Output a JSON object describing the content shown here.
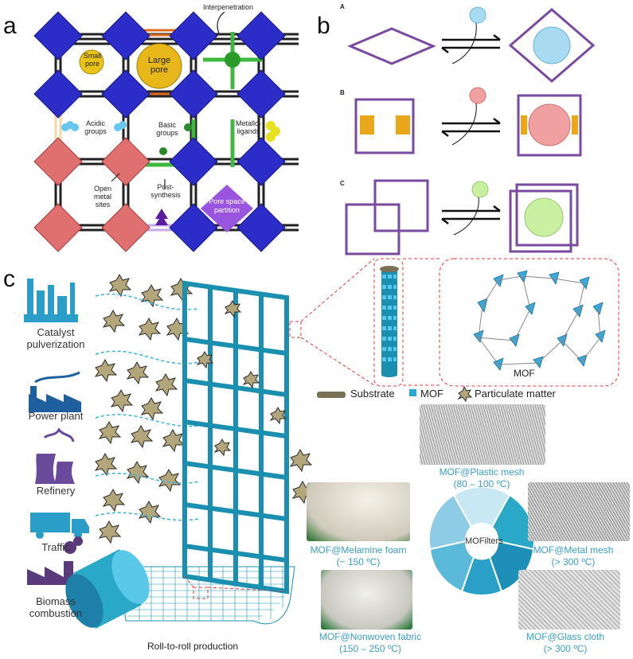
{
  "panels": {
    "a": "a",
    "b": "b",
    "c": "c"
  },
  "panel_a": {
    "interpenetration": "Interpenetration",
    "small_pore": [
      "Small",
      "pore"
    ],
    "large_pore": [
      "Large",
      "pore"
    ],
    "acidic": [
      "Acidic",
      "groups"
    ],
    "basic": [
      "Basic",
      "groups"
    ],
    "metallo": [
      "Metallo-",
      "ligands"
    ],
    "open_metal": [
      "Open",
      "metal",
      "sites"
    ],
    "post_synthesis": [
      "Post-",
      "synthesis"
    ],
    "pore_partition": [
      "Pore space",
      "partition"
    ]
  },
  "panel_b": {
    "rows": [
      "A",
      "B",
      "C"
    ]
  },
  "panel_c": {
    "sources": [
      {
        "name": [
          "Catalyst",
          "pulverization"
        ],
        "icon": "catalyst-factory-icon"
      },
      {
        "name": [
          "Power plant"
        ],
        "icon": "power-plant-icon"
      },
      {
        "name": [
          "Refinery"
        ],
        "icon": "cooling-tower-icon"
      },
      {
        "name": [
          "Traffic"
        ],
        "icon": "truck-icon"
      },
      {
        "name": [
          "Biomass",
          "combustion"
        ],
        "icon": "biomass-plant-icon"
      }
    ],
    "mof_label": "MOF",
    "legend": {
      "substrate": "Substrate",
      "mof": "MOF",
      "particulate": "Particulate matter"
    },
    "roll_label": "Roll-to-roll production",
    "ring_center": "MOFilters",
    "filters": [
      {
        "name": "MOF@Plastic mesh",
        "temp": "(80 – 100 ºC)"
      },
      {
        "name": "MOF@Melamine foam",
        "temp": "(~ 150 ºC)"
      },
      {
        "name": "MOF@Metal mesh",
        "temp": "(> 300 ºC)"
      },
      {
        "name": "MOF@Nonwoven fabric",
        "temp": "(150 – 250 ºC)"
      },
      {
        "name": "MOF@Glass cloth",
        "temp": "(> 300 ºC)"
      }
    ]
  },
  "colors": {
    "octa_blue": "#2c2cc8",
    "octa_red": "#e07070",
    "purple": "#7a4aa0",
    "mof_blue": "#1b8fb0",
    "dark_teal": "#1f5f78",
    "particle": "#b3a67a",
    "substrate": "#7a7256",
    "caption_blue": "#3a9ec8"
  }
}
